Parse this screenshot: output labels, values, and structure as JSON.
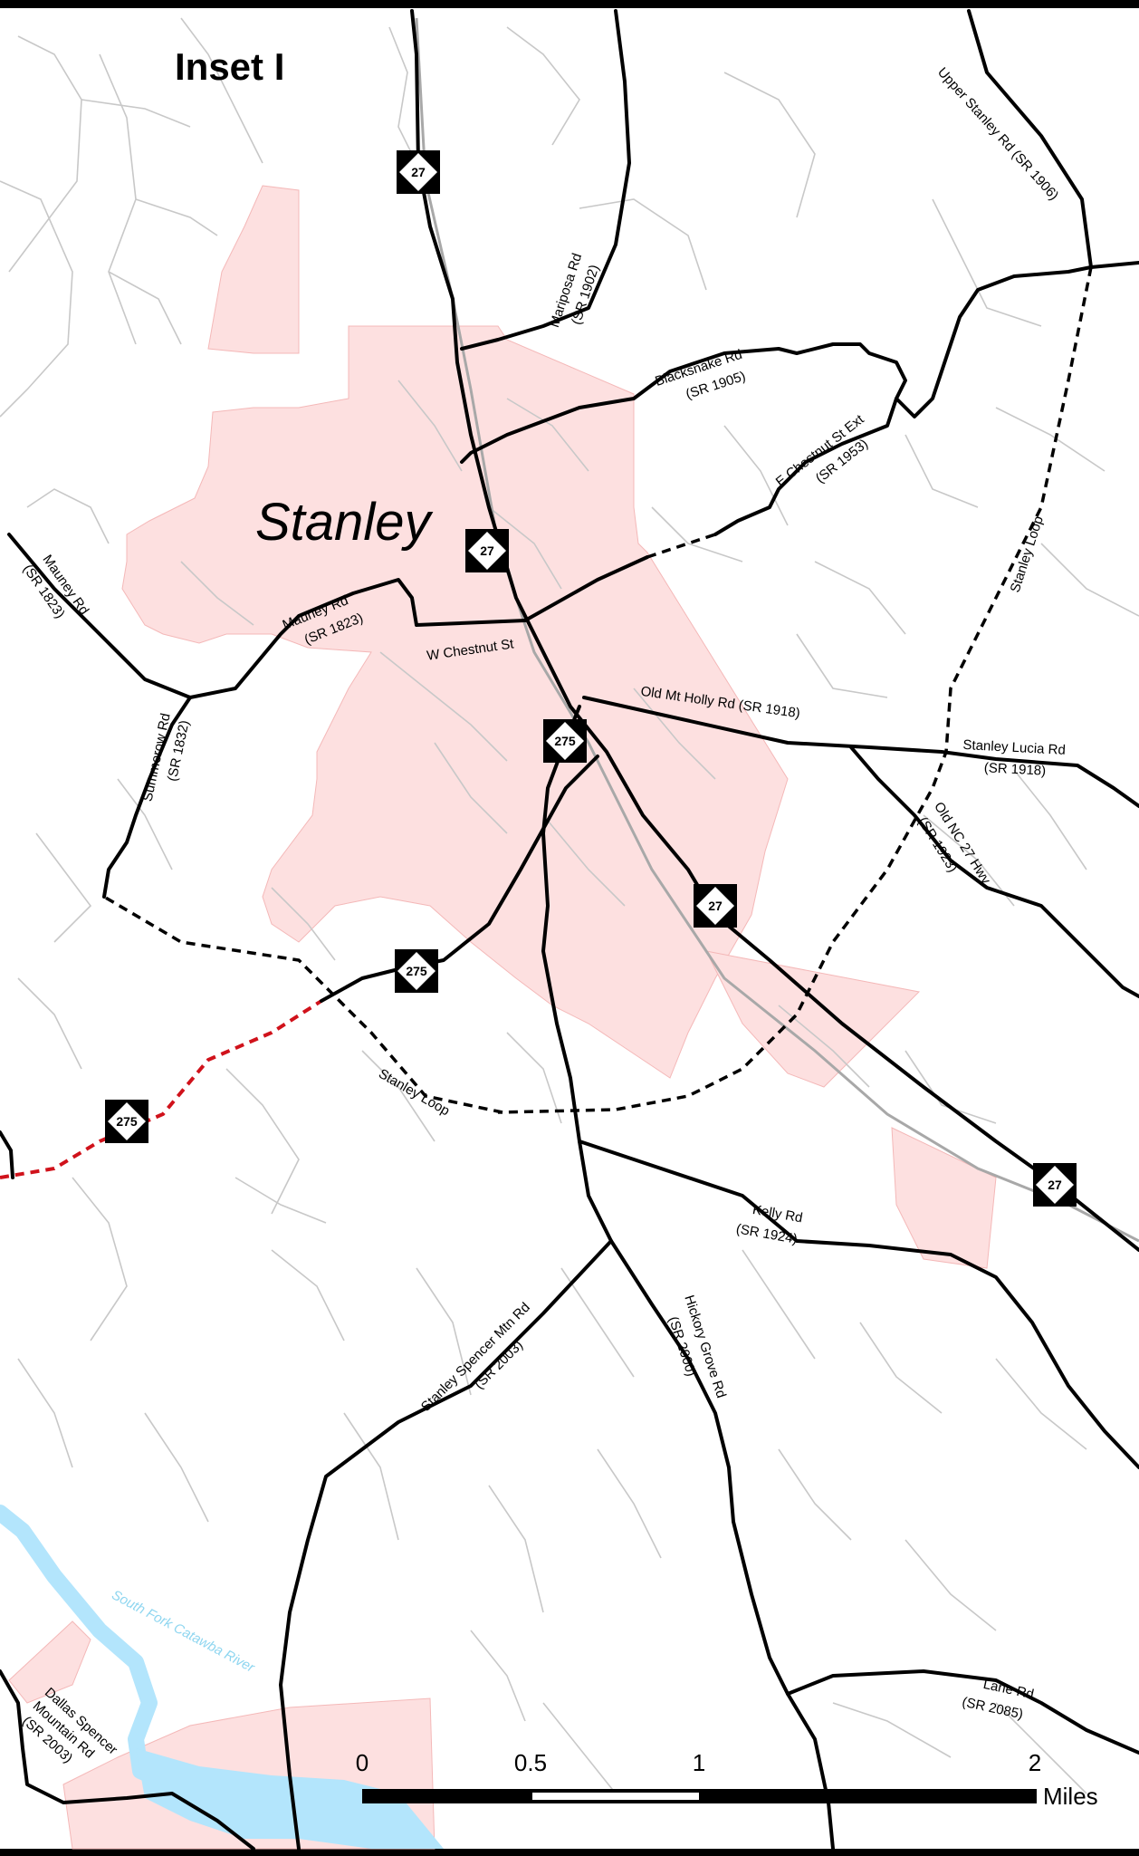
{
  "inset_title": "Inset I",
  "city": "Stanley",
  "river": "South Fork Catawba River",
  "colors": {
    "town_fill": "#fde0e0",
    "river": "#b3e5fc",
    "road": "#000000",
    "proposed_route": "#d0121b",
    "minor_roads": "#c8c8c8"
  },
  "shields": [
    {
      "route": "27"
    },
    {
      "route": "27"
    },
    {
      "route": "27"
    },
    {
      "route": "27"
    },
    {
      "route": "275"
    },
    {
      "route": "275"
    },
    {
      "route": "275"
    }
  ],
  "road_labels": {
    "mariposa": [
      "Mariposa Rd",
      "(SR 1902)"
    ],
    "upper_stanley": [
      "Upper Stanley Rd (SR 1906)"
    ],
    "blacksnake": [
      "Blacksnake Rd",
      "(SR 1905)"
    ],
    "e_chestnut": [
      "E Chestnut St Ext",
      "(SR 1953)"
    ],
    "stanley_loop_ne": [
      "Stanley Loop"
    ],
    "mauney_w": [
      "Mauney Rd",
      "(SR 1823)"
    ],
    "mauney_c": [
      "Mauney Rd",
      "(SR 1823)"
    ],
    "w_chestnut": [
      "W Chestnut St"
    ],
    "old_mt_holly": [
      "Old Mt Holly Rd (SR 1918)"
    ],
    "stanley_lucia": [
      "Stanley Lucia Rd",
      "(SR 1918)"
    ],
    "summerow": [
      "Summerow Rd",
      "(SR 1832)"
    ],
    "old_nc27": [
      "Old NC 27 Hwy",
      "(SR 1923)"
    ],
    "stanley_loop_sw": [
      "Stanley Loop"
    ],
    "kelly": [
      "Kelly Rd",
      "(SR 1924)"
    ],
    "stanley_spencer": [
      "Stanley Spencer Mtn Rd",
      "(SR 2003)"
    ],
    "hickory_grove": [
      "Hickory Grove Rd",
      "(SR 2000)"
    ],
    "lane": [
      "Lane Rd",
      "(SR 2085)"
    ],
    "dallas_spencer": [
      "Dallas Spencer",
      "Mountain Rd",
      "(SR 2003)"
    ]
  },
  "scale_bar": {
    "ticks": [
      {
        "value": 0,
        "label": "0"
      },
      {
        "value": 0.5,
        "label": "0.5"
      },
      {
        "value": 1,
        "label": "1"
      },
      {
        "value": 2,
        "label": "2"
      }
    ],
    "unit": "Miles"
  }
}
